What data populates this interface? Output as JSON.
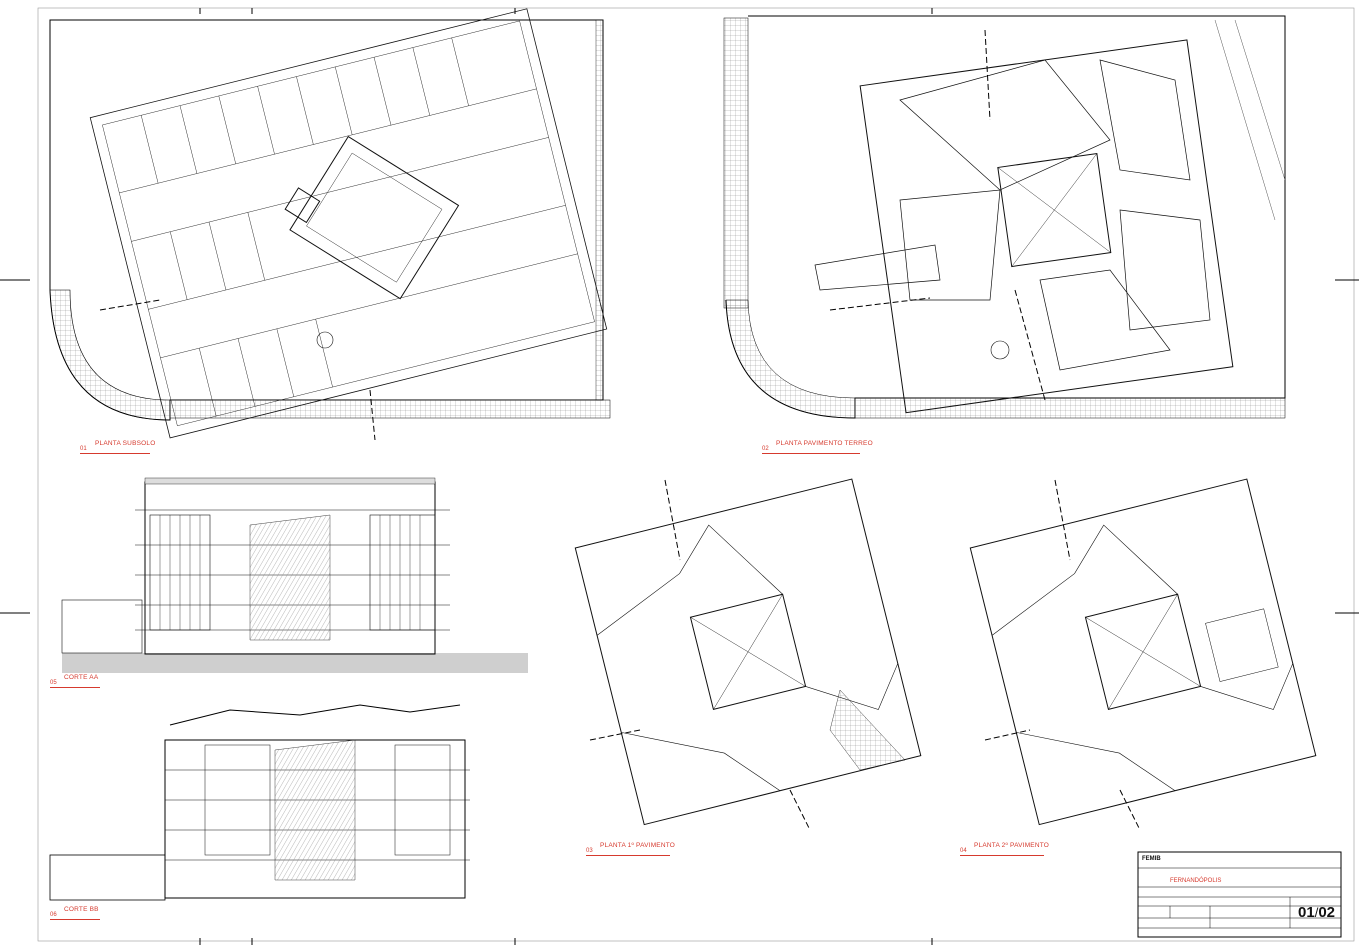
{
  "drawings": [
    {
      "id": "01",
      "title": "PLANTA SUBSOLO"
    },
    {
      "id": "02",
      "title": "PLANTA PAVIMENTO TERREO"
    },
    {
      "id": "03",
      "title": "PLANTA 1º PAVIMENTO"
    },
    {
      "id": "04",
      "title": "PLANTA 2º PAVIMENTO"
    },
    {
      "id": "05",
      "title": "CORTE AA"
    },
    {
      "id": "06",
      "title": "CORTE BB"
    }
  ],
  "title_block": {
    "org": "FEMIB",
    "city": "FERNANDÓPOLIS",
    "sheet_number": "01",
    "sheet_total": "02"
  }
}
